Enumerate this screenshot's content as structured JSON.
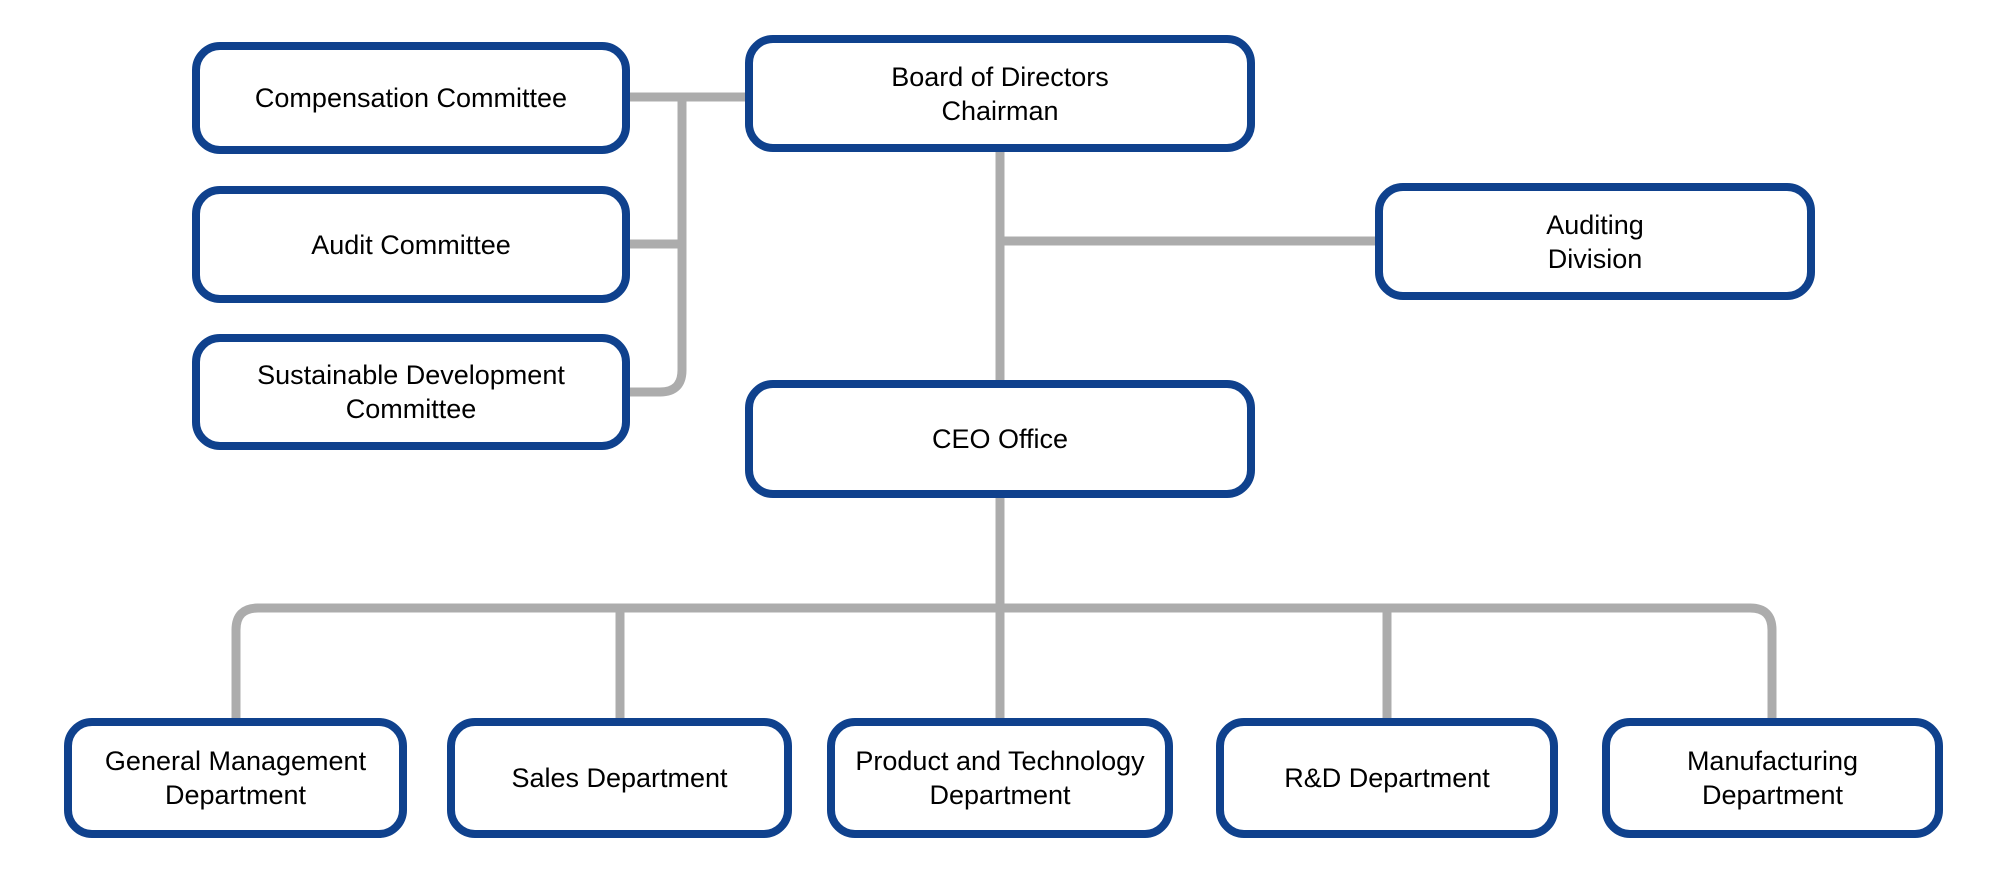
{
  "diagram": {
    "type": "org-chart",
    "colors": {
      "box_border": "#0F418D",
      "connector": "#ACACAC",
      "text": "#000000",
      "background": "#FFFFFF"
    },
    "nodes": {
      "board_chairman": {
        "label": "Board of Directors\nChairman"
      },
      "compensation_committee": {
        "label": "Compensation Committee"
      },
      "audit_committee": {
        "label": "Audit Committee"
      },
      "sustainable_development_committee": {
        "label": "Sustainable Development\nCommittee"
      },
      "auditing_division": {
        "label": "Auditing\nDivision"
      },
      "ceo_office": {
        "label": "CEO Office"
      },
      "general_management_department": {
        "label": "General Management\nDepartment"
      },
      "sales_department": {
        "label": "Sales Department"
      },
      "product_and_technology_department": {
        "label": "Product and Technology\nDepartment"
      },
      "rd_department": {
        "label": "R&D Department"
      },
      "manufacturing_department": {
        "label": "Manufacturing\nDepartment"
      }
    },
    "edges": [
      {
        "from": "board_chairman",
        "to": "compensation_committee"
      },
      {
        "from": "board_chairman",
        "to": "audit_committee"
      },
      {
        "from": "board_chairman",
        "to": "sustainable_development_committee"
      },
      {
        "from": "board_chairman",
        "to": "auditing_division"
      },
      {
        "from": "board_chairman",
        "to": "ceo_office"
      },
      {
        "from": "ceo_office",
        "to": "general_management_department"
      },
      {
        "from": "ceo_office",
        "to": "sales_department"
      },
      {
        "from": "ceo_office",
        "to": "product_and_technology_department"
      },
      {
        "from": "ceo_office",
        "to": "rd_department"
      },
      {
        "from": "ceo_office",
        "to": "manufacturing_department"
      }
    ]
  }
}
